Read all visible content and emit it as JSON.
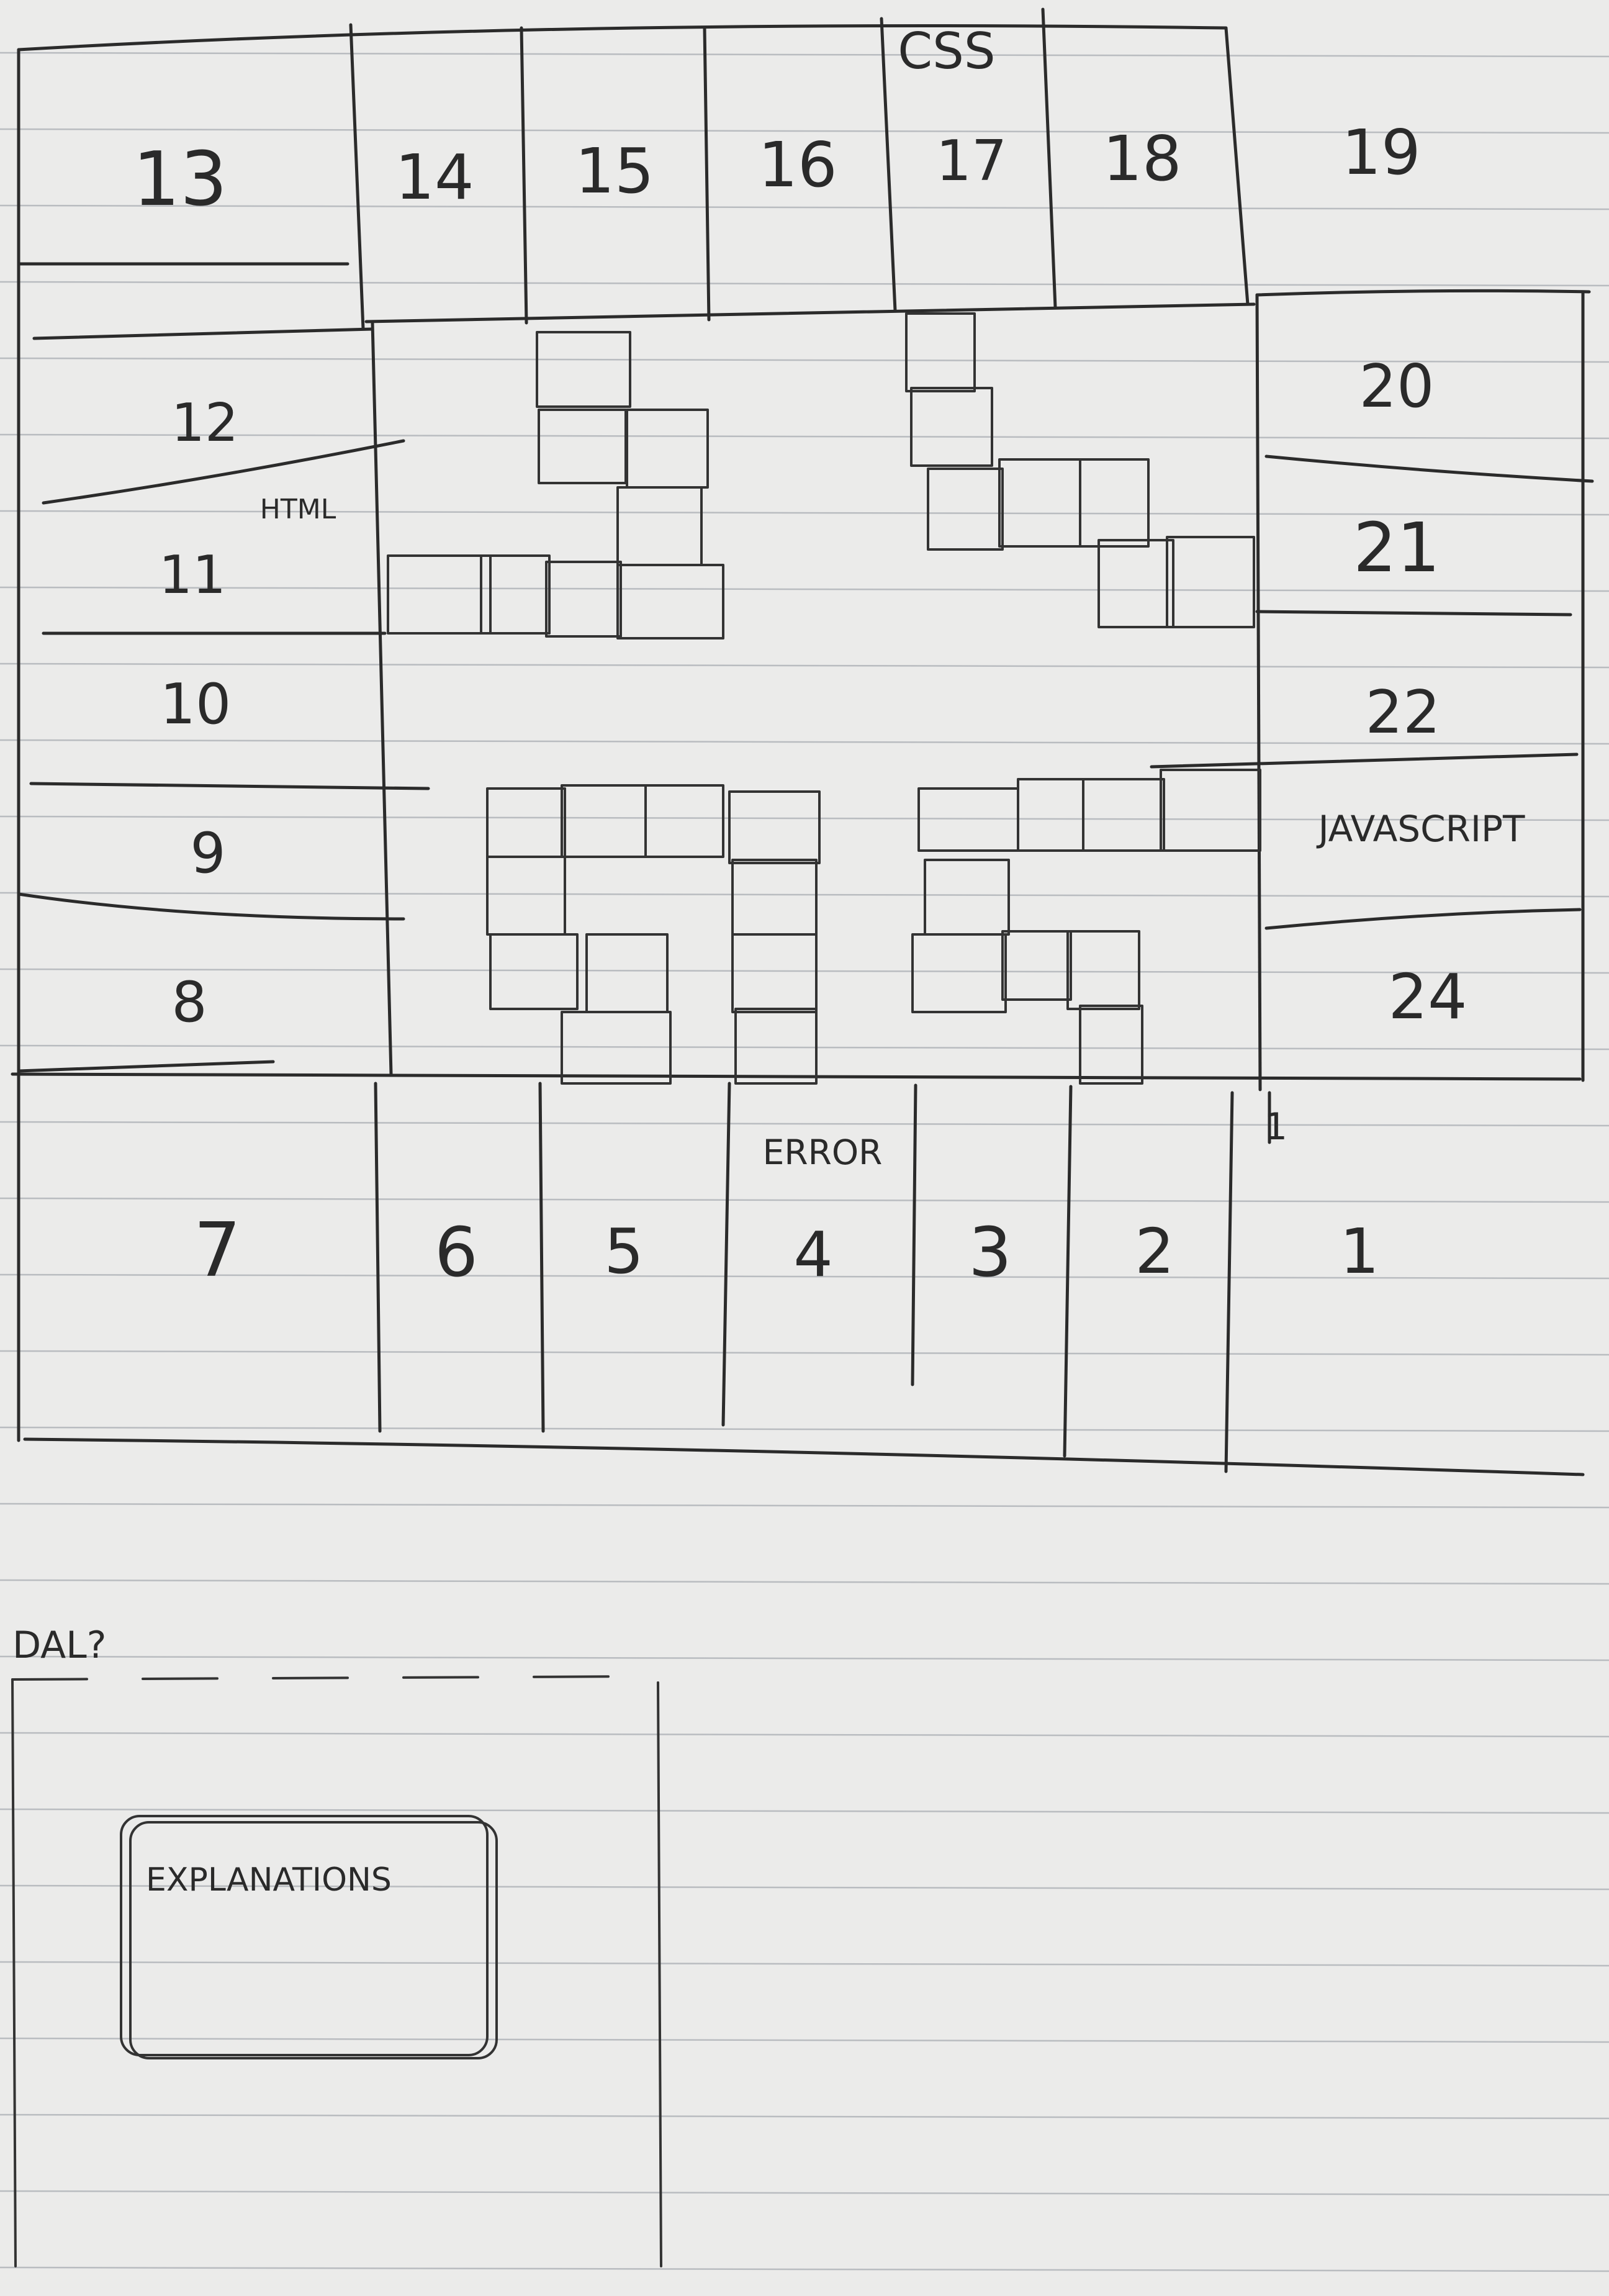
{
  "board": {
    "top_row": [
      "13",
      "14",
      "15",
      "16",
      "17",
      "18",
      "19"
    ],
    "right_column": [
      "20",
      "21",
      "22",
      "24"
    ],
    "bottom_row": [
      "7",
      "6",
      "5",
      "4",
      "3",
      "2",
      "1"
    ],
    "left_column": [
      "12",
      "11",
      "10",
      "9",
      "8"
    ],
    "labels": {
      "css": "CSS",
      "html": "HTML",
      "javascript": "JAVASCRIPT",
      "error": "ERROR"
    },
    "corner_mark": "1"
  },
  "modal": {
    "caption": "DAL?",
    "box_label": "EXPLANATIONS"
  },
  "colors": {
    "paper": "#ebebea",
    "ink": "#2b2b2b",
    "rule_line": "#b9bcc0"
  }
}
